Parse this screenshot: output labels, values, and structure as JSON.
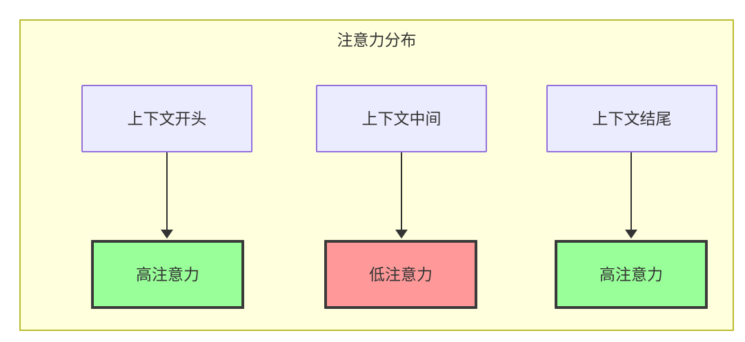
{
  "diagram": {
    "title": "注意力分布",
    "container": {
      "fill": "#ffffde",
      "stroke": "#bbbb2e"
    },
    "top_nodes": [
      {
        "label": "上下文开头",
        "fill": "#ececff",
        "stroke": "#9370db"
      },
      {
        "label": "上下文中间",
        "fill": "#ececff",
        "stroke": "#9370db"
      },
      {
        "label": "上下文结尾",
        "fill": "#ececff",
        "stroke": "#9370db"
      }
    ],
    "bottom_nodes": [
      {
        "label": "高注意力",
        "fill": "#99ff99",
        "stroke": "#3a3a3a"
      },
      {
        "label": "低注意力",
        "fill": "#ff9999",
        "stroke": "#3a3a3a"
      },
      {
        "label": "高注意力",
        "fill": "#99ff99",
        "stroke": "#3a3a3a"
      }
    ],
    "edges": [
      {
        "from": "上下文开头",
        "to": "高注意力"
      },
      {
        "from": "上下文中间",
        "to": "低注意力"
      },
      {
        "from": "上下文结尾",
        "to": "高注意力"
      }
    ]
  }
}
